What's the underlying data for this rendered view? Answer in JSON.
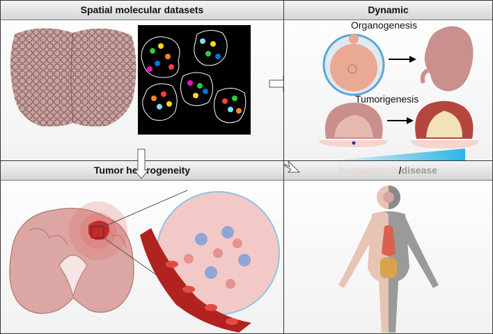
{
  "panels": {
    "spatial": {
      "title": "Spatial molecular datasets"
    },
    "dynamic": {
      "title": "Dynamic",
      "organogenesis": "Organogenesis",
      "tumorigenesis": "Tumorigenesis"
    },
    "tumor": {
      "title": "Tumor heterogeneity"
    },
    "homeostasis": {
      "part1": "homeostasis",
      "separator": "/",
      "part2": "disease"
    }
  },
  "colors": {
    "border": "#333333",
    "header_bg": "#d9d9d9",
    "tissue": "#c98f8c",
    "tumor": "#c42a2a",
    "body": "#e8c4b5",
    "gradient": "#2bb6e6"
  },
  "icons": [
    "arrow-right-icon",
    "arrow-down-icon",
    "arrow-diagonal-icon",
    "brain-slice-icon",
    "embryo-icon",
    "egg-icon",
    "tissue-fold-icon",
    "human-body-icon",
    "blood-vessel-icon",
    "cell-cluster-icon"
  ]
}
